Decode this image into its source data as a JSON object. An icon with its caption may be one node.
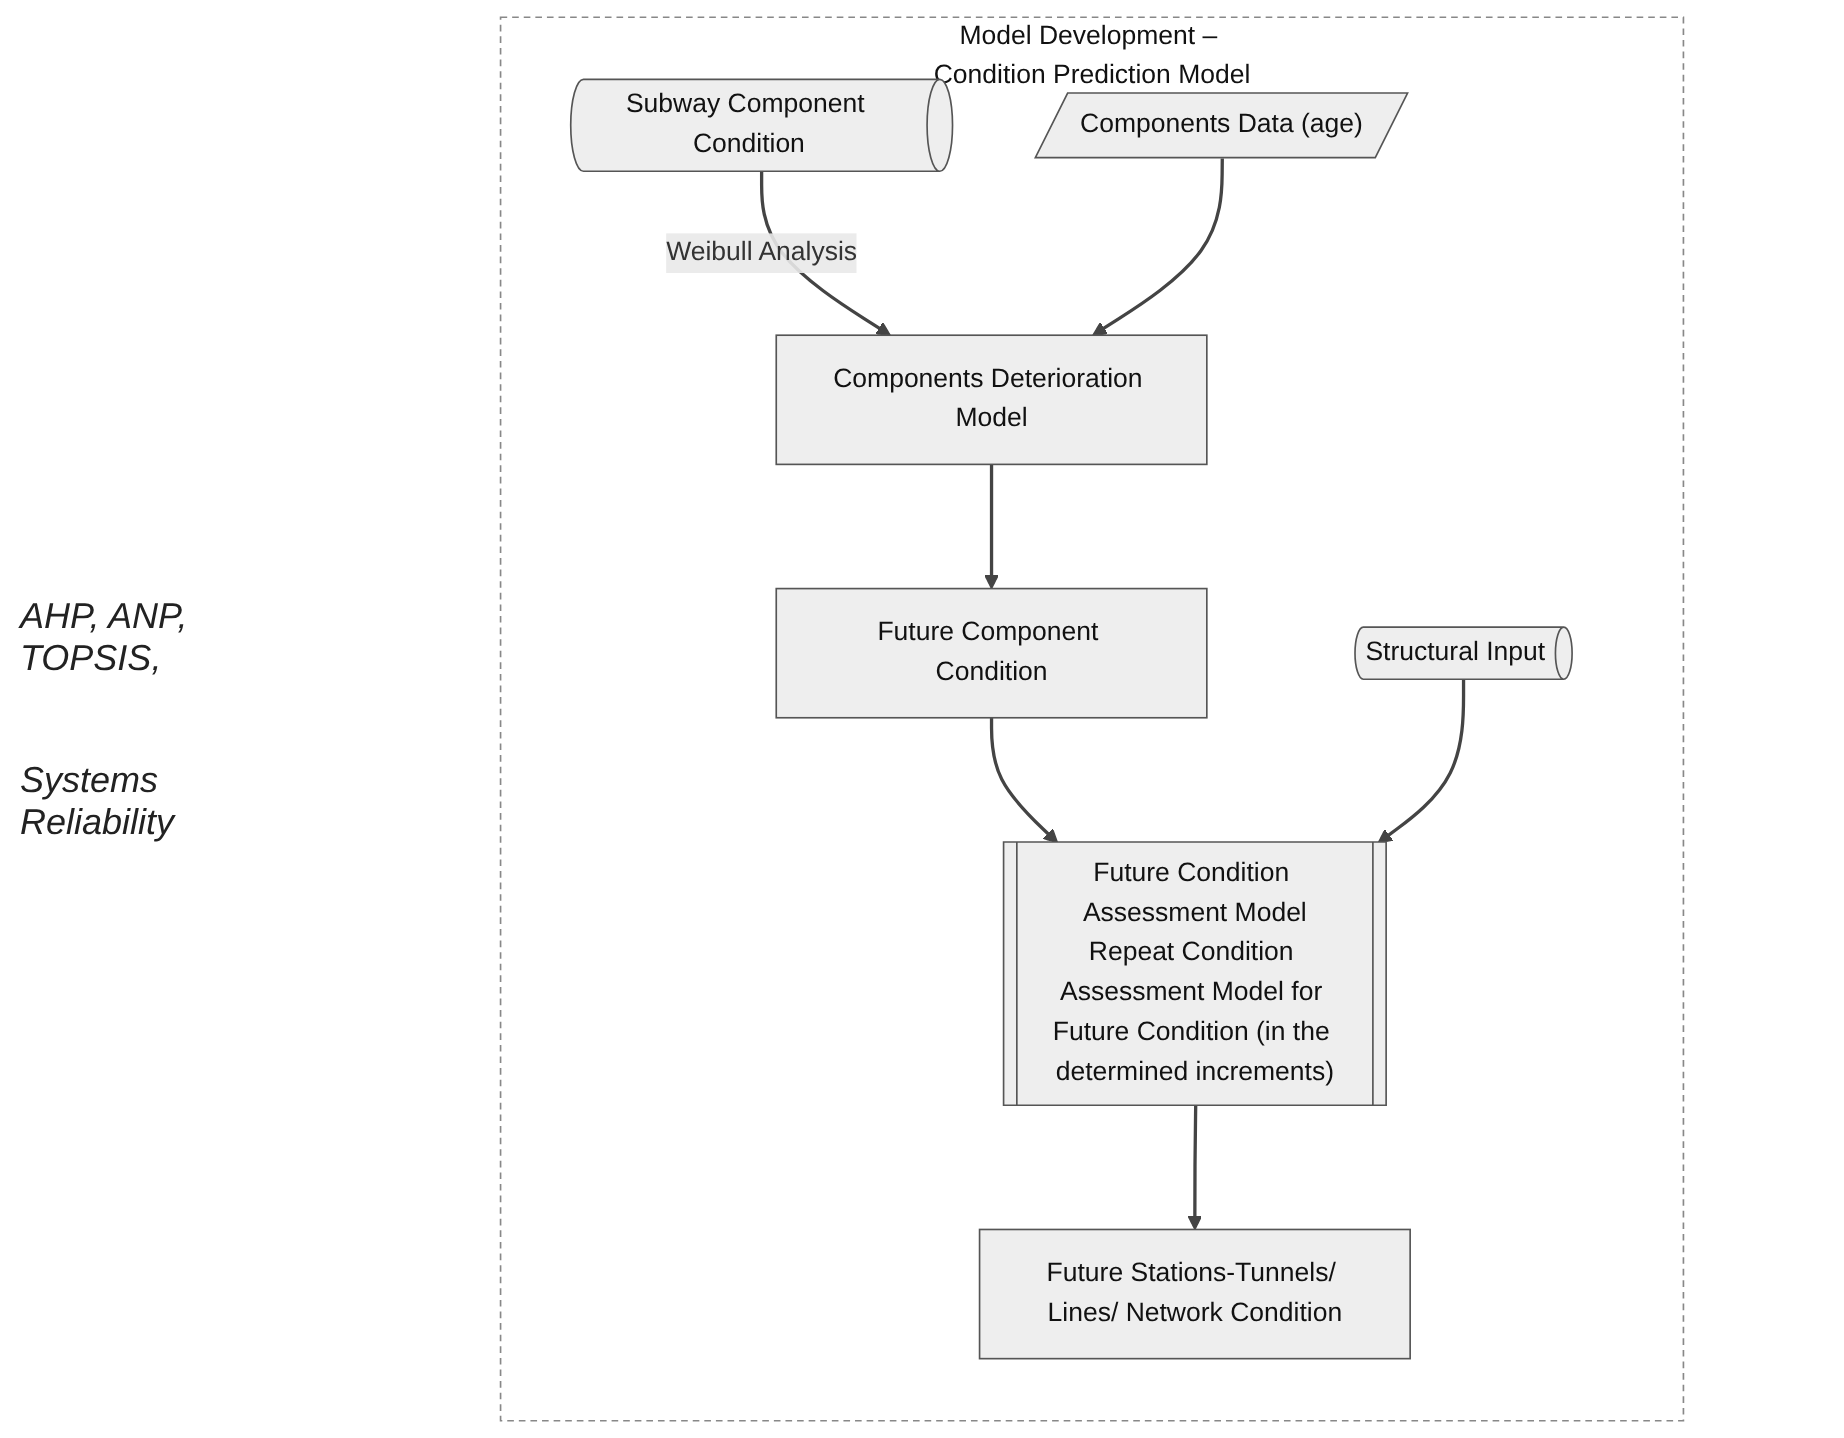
{
  "diagram": {
    "nodes": [
      {
        "text": [
          "Model Development – Condition Prediction Model"
        ]
      },
      {
        "text": [
          "Subway Component Condition"
        ],
        "in": 0
      },
      {
        "text": [
          "Components Deterioration Model"
        ],
        "in": 0
      },
      {
        "text": [
          "Components Data (age)"
        ],
        "in": 0
      },
      {
        "text": [
          "Future Component Condition"
        ],
        "in": 0
      },
      {
        "text": [
          "Future Condition Assessment Model",
          "Repeat Condition Assessment Model for Future Condition (in the determined increments)"
        ],
        "in": 0
      },
      {
        "text": [
          "Structural Input"
        ],
        "in": 0
      },
      {
        "text": [
          "Future Stations-Tunnels/ Lines/ Network Condition"
        ],
        "in": 0
      }
    ],
    "edges": [
      {
        "from": 1,
        "to": 2,
        "arrow": "to",
        "label": "Weibull Analysis"
      },
      {
        "from": 3,
        "to": 2,
        "arrow": "to"
      },
      {
        "from": 2,
        "to": 4,
        "arrow": "to"
      },
      {
        "from": 4,
        "to": 5,
        "arrow": "to"
      },
      {
        "from": 6,
        "to": 5,
        "arrow": "to"
      },
      {
        "from": 5,
        "to": 7,
        "arrow": "to"
      }
    ],
    "labels": [
      "AHP, ANP, TOPSIS,",
      "Systems Reliability"
    ]
  }
}
